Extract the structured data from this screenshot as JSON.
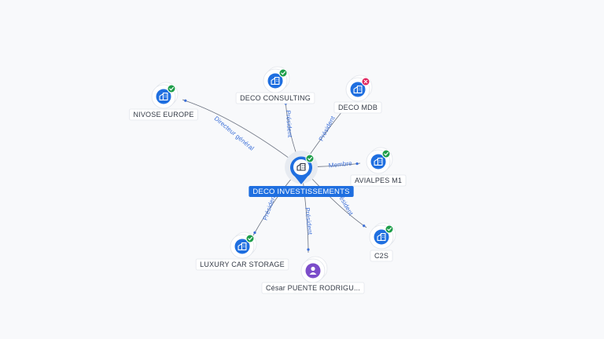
{
  "graph": {
    "center": {
      "name": "DECO INVESTISSEMENTS",
      "icon": "company-building-icon",
      "status": "active"
    },
    "nodes": [
      {
        "id": "nivose-europe",
        "name": "NIVOSE EUROPE",
        "type": "company",
        "icon": "company-building-icon",
        "status": "active"
      },
      {
        "id": "deco-consulting",
        "name": "DECO CONSULTING",
        "type": "company",
        "icon": "company-building-icon",
        "status": "active"
      },
      {
        "id": "deco-mdb",
        "name": "DECO MDB",
        "type": "company",
        "icon": "company-building-icon",
        "status": "closed"
      },
      {
        "id": "avialpes-m1",
        "name": "AVIALPES M1",
        "type": "company",
        "icon": "company-building-icon",
        "status": "active"
      },
      {
        "id": "c2s",
        "name": "C2S",
        "type": "company",
        "icon": "company-building-icon",
        "status": "active"
      },
      {
        "id": "cesar-puente",
        "name": "César PUENTE RODRIGU...",
        "type": "person",
        "icon": "person-icon",
        "status": "none"
      },
      {
        "id": "luxury-car-storage",
        "name": "LUXURY CAR STORAGE",
        "type": "company",
        "icon": "company-building-icon",
        "status": "active"
      }
    ],
    "edges": [
      {
        "target": "nivose-europe",
        "label": "Directeur général"
      },
      {
        "target": "deco-consulting",
        "label": "Président"
      },
      {
        "target": "deco-mdb",
        "label": "Président"
      },
      {
        "target": "avialpes-m1",
        "label": "Membre"
      },
      {
        "target": "c2s",
        "label": "Président"
      },
      {
        "target": "cesar-puente",
        "label": "Président"
      },
      {
        "target": "luxury-car-storage",
        "label": "Président"
      }
    ],
    "colors": {
      "accent": "#1f6fe0",
      "active_badge": "#1e9e4a",
      "closed_badge": "#e0245e",
      "person_node": "#7c4dca",
      "edge_label": "#3b6fd8",
      "edge_line": "#6b7280"
    }
  }
}
